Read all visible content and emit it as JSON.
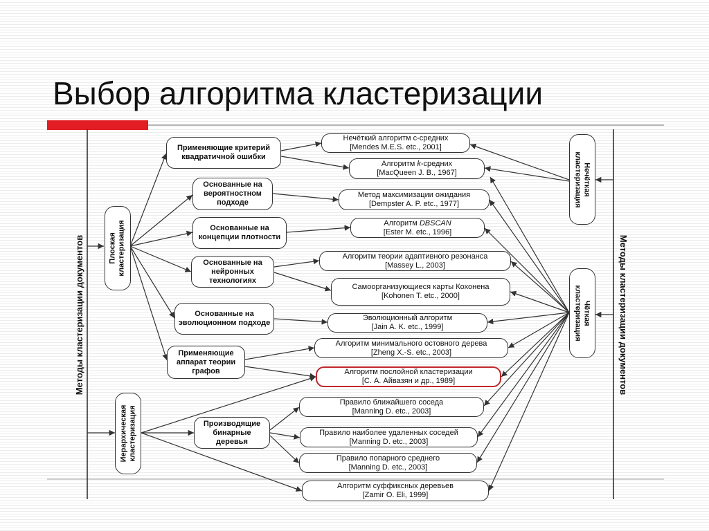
{
  "title": "Выбор алгоритма кластеризации",
  "left_axis_label": "Методы кластеризации документов",
  "right_axis_label": "Методы кластеризации документов",
  "colors": {
    "accent": "#e21d23",
    "highlight": "#c0262c"
  },
  "groups": {
    "flat": [
      "Плоская",
      "кластеризация"
    ],
    "hier": [
      "Иерархическая",
      "кластеризация"
    ],
    "fuzzy": [
      "Нечёткая",
      "кластеризация"
    ],
    "crisp": [
      "Чёткая",
      "кластеризация"
    ]
  },
  "categories": {
    "sq": "Применяющие критерий квадратичной ошибки",
    "prob": "Основанные на вероятностном подходе",
    "dens": "Основанные на концепции плотности",
    "neur": "Основанные на нейронных технологиях",
    "evo": "Основанные на эволюционном подходе",
    "graph": "Применяющие аппарат теории графов",
    "tree": "Производящие бинарные деревья"
  },
  "algorithms": {
    "fcm": {
      "name": "Нечёткий алгоритм c-средних",
      "ref": "[Mendes M.E.S. etc., 2001]"
    },
    "km": {
      "pre": "Алгоритм ",
      "em": "k",
      "post": "-средних",
      "ref": "[MacQueen J. B., 1967]"
    },
    "em": {
      "name": "Метод максимизации ожидания",
      "ref": "[Dempster A. P. etc., 1977]"
    },
    "dbscan": {
      "pre": "Алгоритм ",
      "em": "DBSCAN",
      "post": "",
      "ref": "[Ester M. etc., 1996]"
    },
    "art": {
      "name": "Алгоритм теории адаптивного резонанса",
      "ref": "[Massey L., 2003]"
    },
    "som": {
      "name": "Самоорганизующиеся карты Кохонена",
      "ref": "[Kohonen T. etc., 2000]"
    },
    "ga": {
      "name": "Эволюционный алгоритм",
      "ref": "[Jain A. K. etc., 1999]"
    },
    "mst": {
      "name": "Алгоритм минимального остовного дерева",
      "ref": "[Zheng X.-S. etc., 2003]"
    },
    "layer": {
      "name": "Алгоритм послойной кластеризации",
      "ref": "[С. А. Айвазян и др., 1989]"
    },
    "nn": {
      "name": "Правило ближайшего соседа",
      "ref": "[Manning D. etc., 2003]"
    },
    "fn": {
      "name": "Правило наиболее удаленных соседей",
      "ref": "[Manning D. etc., 2003]"
    },
    "pair": {
      "name": "Правило попарного среднего",
      "ref": "[Manning D. etc., 2003]"
    },
    "suffix": {
      "name": "Алгоритм суффиксных деревьев",
      "ref": "[Zamir O. Eli, 1999]"
    }
  }
}
